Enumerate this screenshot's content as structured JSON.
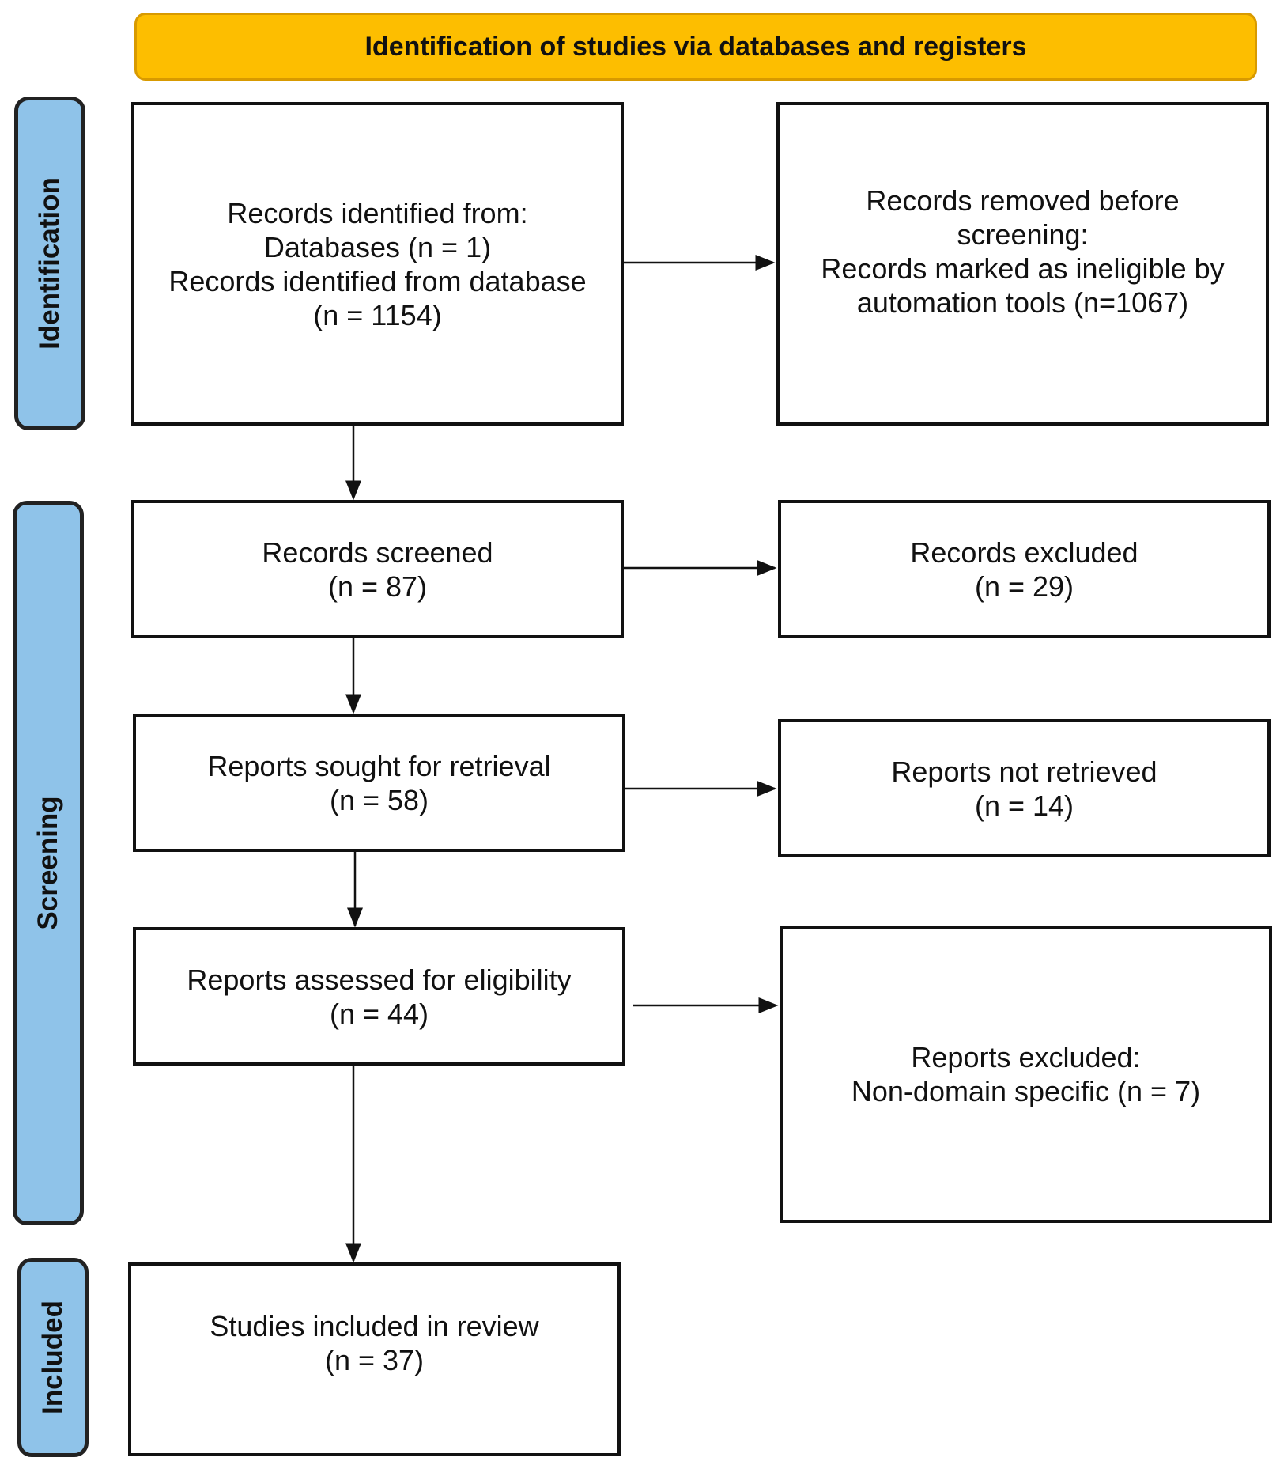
{
  "header": {
    "title": "Identification of studies via databases and registers",
    "color": "#fdbe00"
  },
  "phase_color": "#8fc3e9",
  "phases": {
    "identification": "Identification",
    "screening": "Screening",
    "included": "Included"
  },
  "boxes": {
    "records_identified": {
      "lines": [
        "Records identified from:",
        "Databases (n = 1)",
        "Records identified from database",
        "(n = 1154)"
      ]
    },
    "records_removed": {
      "lines": [
        "Records removed before",
        "screening:",
        "Records marked as ineligible by",
        "automation tools (n=1067)"
      ]
    },
    "records_screened": {
      "lines": [
        "Records screened",
        "(n = 87)"
      ]
    },
    "records_excluded": {
      "lines": [
        "Records excluded",
        "(n = 29)"
      ]
    },
    "reports_sought": {
      "lines": [
        "Reports sought for retrieval",
        "(n = 58)"
      ]
    },
    "reports_not_retrieved": {
      "lines": [
        "Reports not retrieved",
        "(n = 14)"
      ]
    },
    "reports_assessed": {
      "lines": [
        "Reports assessed for eligibility",
        "(n = 44)"
      ]
    },
    "reports_excluded": {
      "lines": [
        "Reports excluded:",
        "Non-domain specific (n = 7)"
      ]
    },
    "studies_included": {
      "lines": [
        "Studies included in review",
        "(n = 37)"
      ]
    }
  }
}
